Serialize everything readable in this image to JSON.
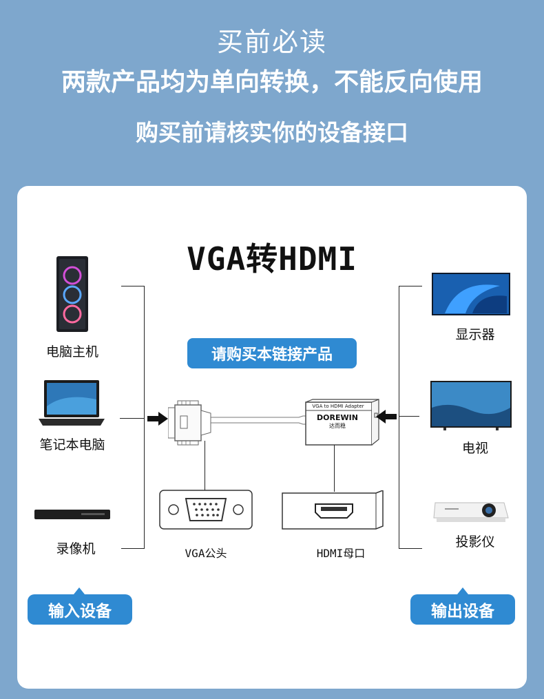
{
  "header": {
    "line1": "买前必读",
    "line2": "两款产品均为单向转换，不能反向使用",
    "line3": "购买前请核实你的设备接口"
  },
  "diagram": {
    "title": "VGA转HDMI",
    "buy_notice": "请购买本链接产品",
    "inputs": [
      "电脑主机",
      "笔记本电脑",
      "录像机"
    ],
    "outputs": [
      "显示器",
      "电视",
      "投影仪"
    ],
    "input_group": "输入设备",
    "output_group": "输出设备",
    "vga_label": "VGA公头",
    "hdmi_label": "HDMI母口",
    "adapter_text": "VGA to HDMI Adapter",
    "adapter_brand": "DOREWIN",
    "adapter_brand_cn": "达而稳"
  },
  "colors": {
    "background": "#7ea7cd",
    "accent": "#2f8ad2"
  }
}
